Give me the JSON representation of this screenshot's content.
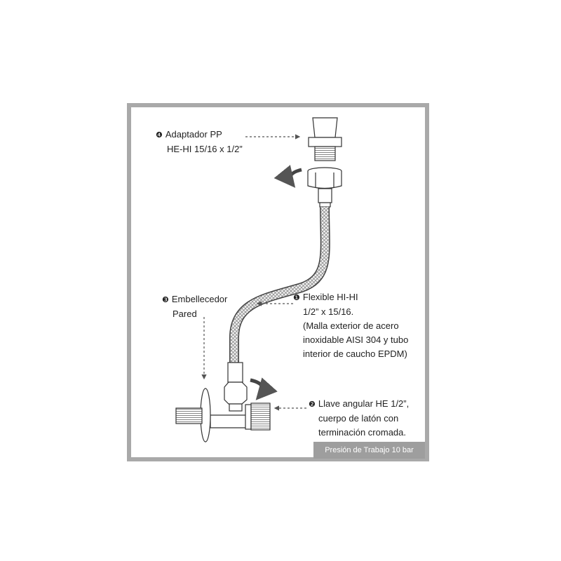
{
  "colors": {
    "frame": "#a9a9a9",
    "footer_bg": "#9e9e9e",
    "arrow": "#555555"
  },
  "labels": {
    "adapter": {
      "num": "❹",
      "line1": "Adaptador PP",
      "line2": "HE-HI 15/16 x 1/2”"
    },
    "escutcheon": {
      "num": "❸",
      "line1": "Embellecedor",
      "line2": "Pared"
    },
    "flexible": {
      "num": "❶",
      "line1": "Flexible HI-HI",
      "line2": "1/2” x 15/16.",
      "line3": "(Malla exterior de acero",
      "line4": "inoxidable AISI 304 y tubo",
      "line5": "interior de caucho EPDM)"
    },
    "valve": {
      "num": "❷",
      "line1": "Llave angular HE 1/2”,",
      "line2": "cuerpo de latón con",
      "line3": "terminación cromada."
    }
  },
  "footer": {
    "text": "Presión de Trabajo 10 bar"
  }
}
